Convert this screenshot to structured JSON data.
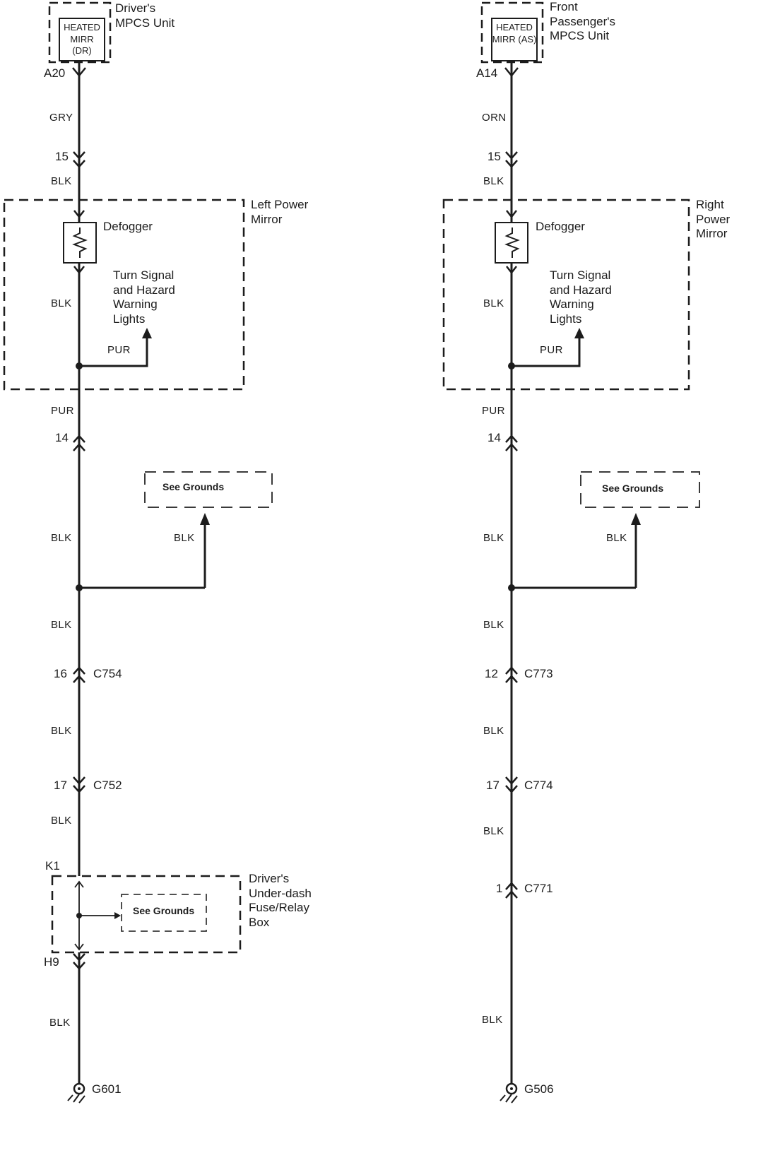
{
  "diagram": {
    "line_color": "#1c1c1c",
    "background": "#ffffff"
  },
  "left": {
    "unit_label": "Driver's MPCS Unit",
    "component": "HEATED MIRR (DR)",
    "pin_a": "A20",
    "wire_color_top": "GRY",
    "pin_15": "15",
    "blk1": "BLK",
    "mirror_label": "Left Power Mirror",
    "defogger": "Defogger",
    "blk2": "BLK",
    "turn_signal": "Turn Signal and Hazard Warning Lights",
    "pur_branch": "PUR",
    "pur2": "PUR",
    "pin_14": "14",
    "see_grounds1": "See Grounds",
    "blk_branch": "BLK",
    "blk3": "BLK",
    "blk4": "BLK",
    "pin_16": "16",
    "conn_a": "C754",
    "blk5": "BLK",
    "pin_17": "17",
    "conn_b": "C752",
    "blk6": "BLK",
    "pin_k1": "K1",
    "fusebox_label": "Driver's Under-dash Fuse/Relay Box",
    "see_grounds2": "See Grounds",
    "pin_h9": "H9",
    "blk7": "BLK",
    "ground": "G601"
  },
  "right": {
    "unit_label": "Front Passenger's MPCS Unit",
    "component": "HEATED MIRR (AS)",
    "pin_a": "A14",
    "wire_color_top": "ORN",
    "pin_15": "15",
    "blk1": "BLK",
    "mirror_label": "Right Power Mirror",
    "defogger": "Defogger",
    "blk2": "BLK",
    "turn_signal": "Turn Signal and Hazard Warning Lights",
    "pur_branch": "PUR",
    "pur2": "PUR",
    "pin_14": "14",
    "see_grounds1": "See Grounds",
    "blk_branch": "BLK",
    "blk3": "BLK",
    "blk4": "BLK",
    "pin_12": "12",
    "conn_a": "C773",
    "blk5": "BLK",
    "pin_17": "17",
    "conn_b": "C774",
    "blk6": "BLK",
    "pin_1": "1",
    "conn_c": "C771",
    "blk7": "BLK",
    "ground": "G506"
  }
}
